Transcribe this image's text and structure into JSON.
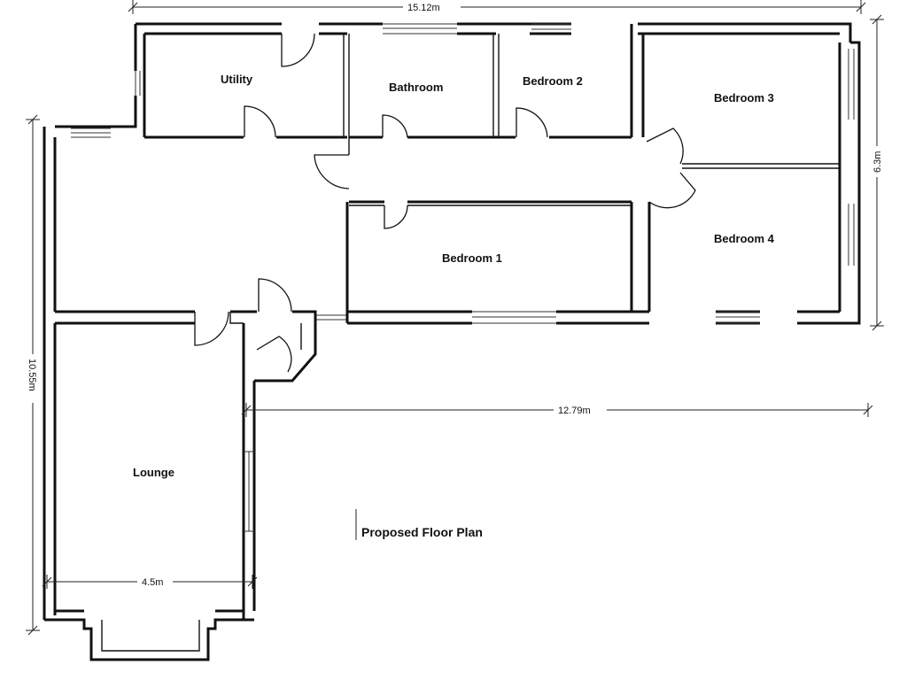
{
  "plan": {
    "title": "Proposed Floor Plan",
    "rooms": {
      "utility": "Utility",
      "bathroom": "Bathroom",
      "bedroom2": "Bedroom 2",
      "bedroom3": "Bedroom 3",
      "bedroom1": "Bedroom 1",
      "bedroom4": "Bedroom 4",
      "lounge": "Lounge"
    },
    "dimensions": {
      "overall_width": "15.12m",
      "overall_depth_right": "6.3m",
      "overall_depth_left": "10.55m",
      "wing_width": "12.79m",
      "lounge_width": "4.5m"
    }
  }
}
